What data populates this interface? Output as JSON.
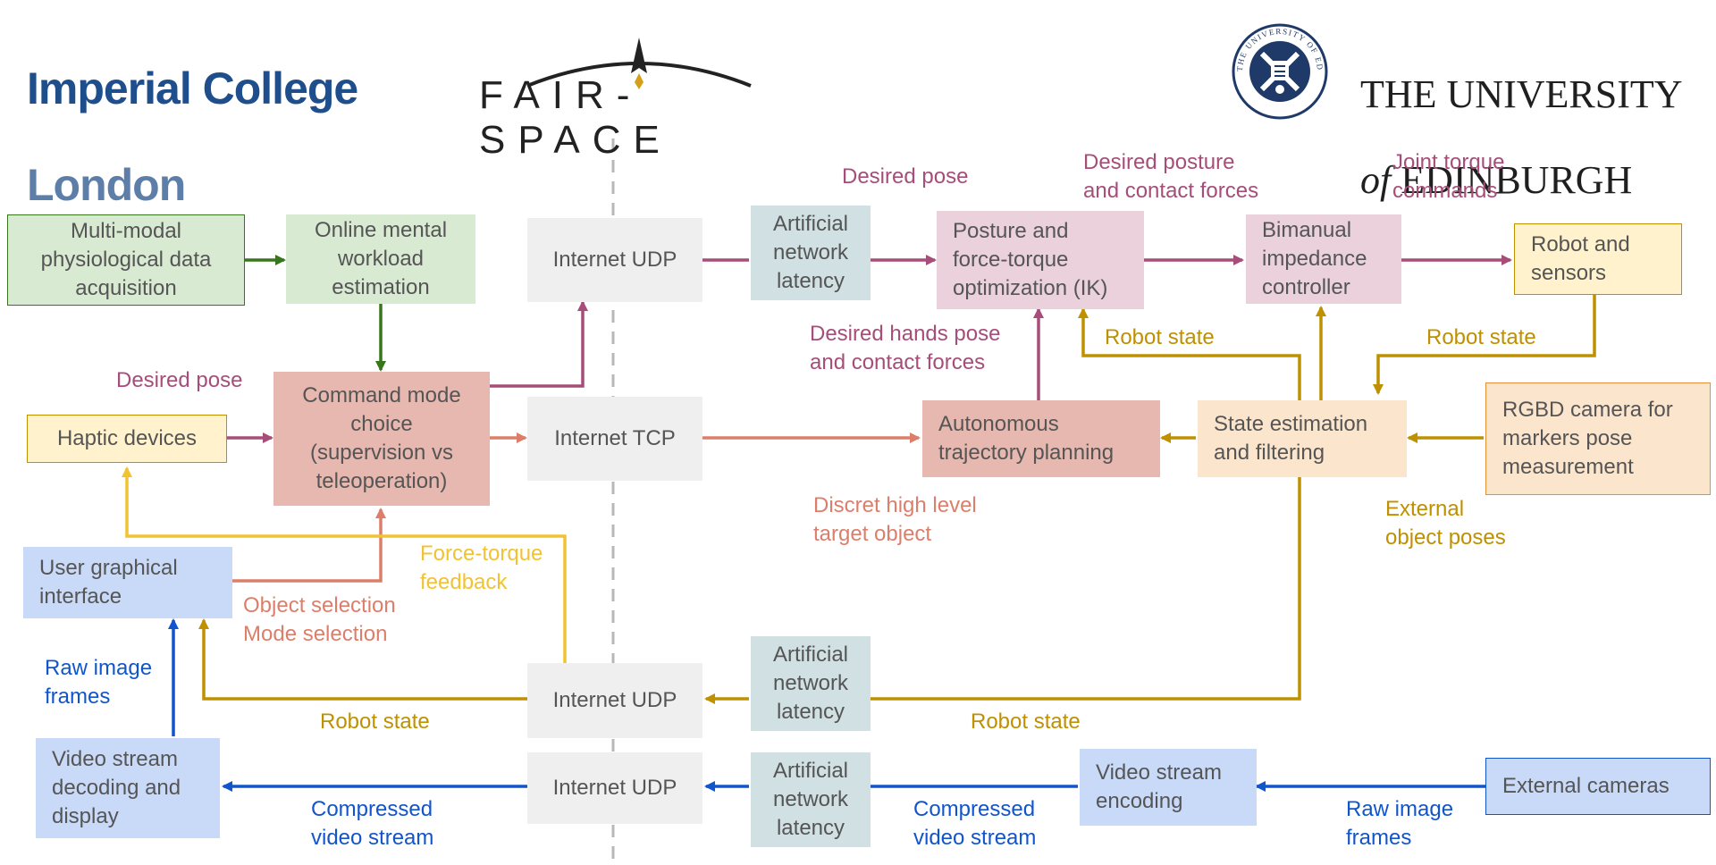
{
  "logos": {
    "imperial_line1": "Imperial College",
    "imperial_line2": "London",
    "fairspace": "FAIR-SPACE",
    "edinburgh_line1": "THE UNIVERSITY",
    "edinburgh_of": "of",
    "edinburgh_line2": "EDINBURGH",
    "edinburgh_seal": "THE UNIVERSITY OF EDINBURGH"
  },
  "colors": {
    "green_box": "#d9ead3",
    "green_line": "#38761d",
    "red_box": "#e6b8af",
    "salmon": "#dd7e6b",
    "purple": "#a64d79",
    "purple_box": "#ead1dc",
    "yellow_box": "#fff2cc",
    "yellow_line": "#f1c232",
    "gold": "#bf9000",
    "orange_box": "#fce5cd",
    "orange_border": "#e69138",
    "blue_box": "#c9daf8",
    "blue_line": "#1155cc",
    "gray_box": "#efefef",
    "teal_box": "#d0e0e3",
    "divider": "#b7b7b7"
  },
  "nodes": {
    "multimodal": "Multi-modal\nphysiological data\nacquisition",
    "workload": "Online mental\nworkload\nestimation",
    "haptic": "Haptic devices",
    "command": "Command mode\nchoice\n(supervision vs\nteleoperation)",
    "gui": "User graphical\ninterface",
    "video_decoding": "Video stream\ndecoding and\ndisplay",
    "udp_top": "Internet UDP",
    "tcp": "Internet TCP",
    "udp_mid": "Internet UDP",
    "udp_bottom": "Internet UDP",
    "latency_top": "Artificial\nnetwork\nlatency",
    "latency_mid": "Artificial\nnetwork\nlatency",
    "latency_bottom": "Artificial\nnetwork\nlatency",
    "posture": "Posture and\nforce-torque\noptimization (IK)",
    "bimanual": "Bimanual\nimpedance\ncontroller",
    "robot_sensors": "Robot and\nsensors",
    "autonomous": "Autonomous\ntrajectory planning",
    "state_estimation": "State estimation\nand filtering",
    "rgbd": "RGBD camera for\nmarkers pose\nmeasurement",
    "video_encoding": "Video stream\nencoding",
    "external_cameras": "External cameras"
  },
  "labels": {
    "desired_pose_left": "Desired pose",
    "desired_pose_top": "Desired pose",
    "desired_posture": "Desired posture\nand contact forces",
    "joint_torque": "Joint torque\ncommands",
    "robot_state_ik": "Robot state",
    "robot_state_right": "Robot state",
    "desired_hands": "Desired hands pose\nand contact forces",
    "discret": "Discret high level\ntarget object",
    "external_poses": "External\nobject poses",
    "force_torque": "Force-torque\nfeedback",
    "object_selection": "Object selection\nMode selection",
    "raw_frames_left": "Raw image\nframes",
    "robot_state_bottom_left": "Robot state",
    "robot_state_bottom_mid": "Robot state",
    "compressed_left": "Compressed\nvideo stream",
    "compressed_mid": "Compressed\nvideo stream",
    "raw_frames_right": "Raw image\nframes"
  }
}
